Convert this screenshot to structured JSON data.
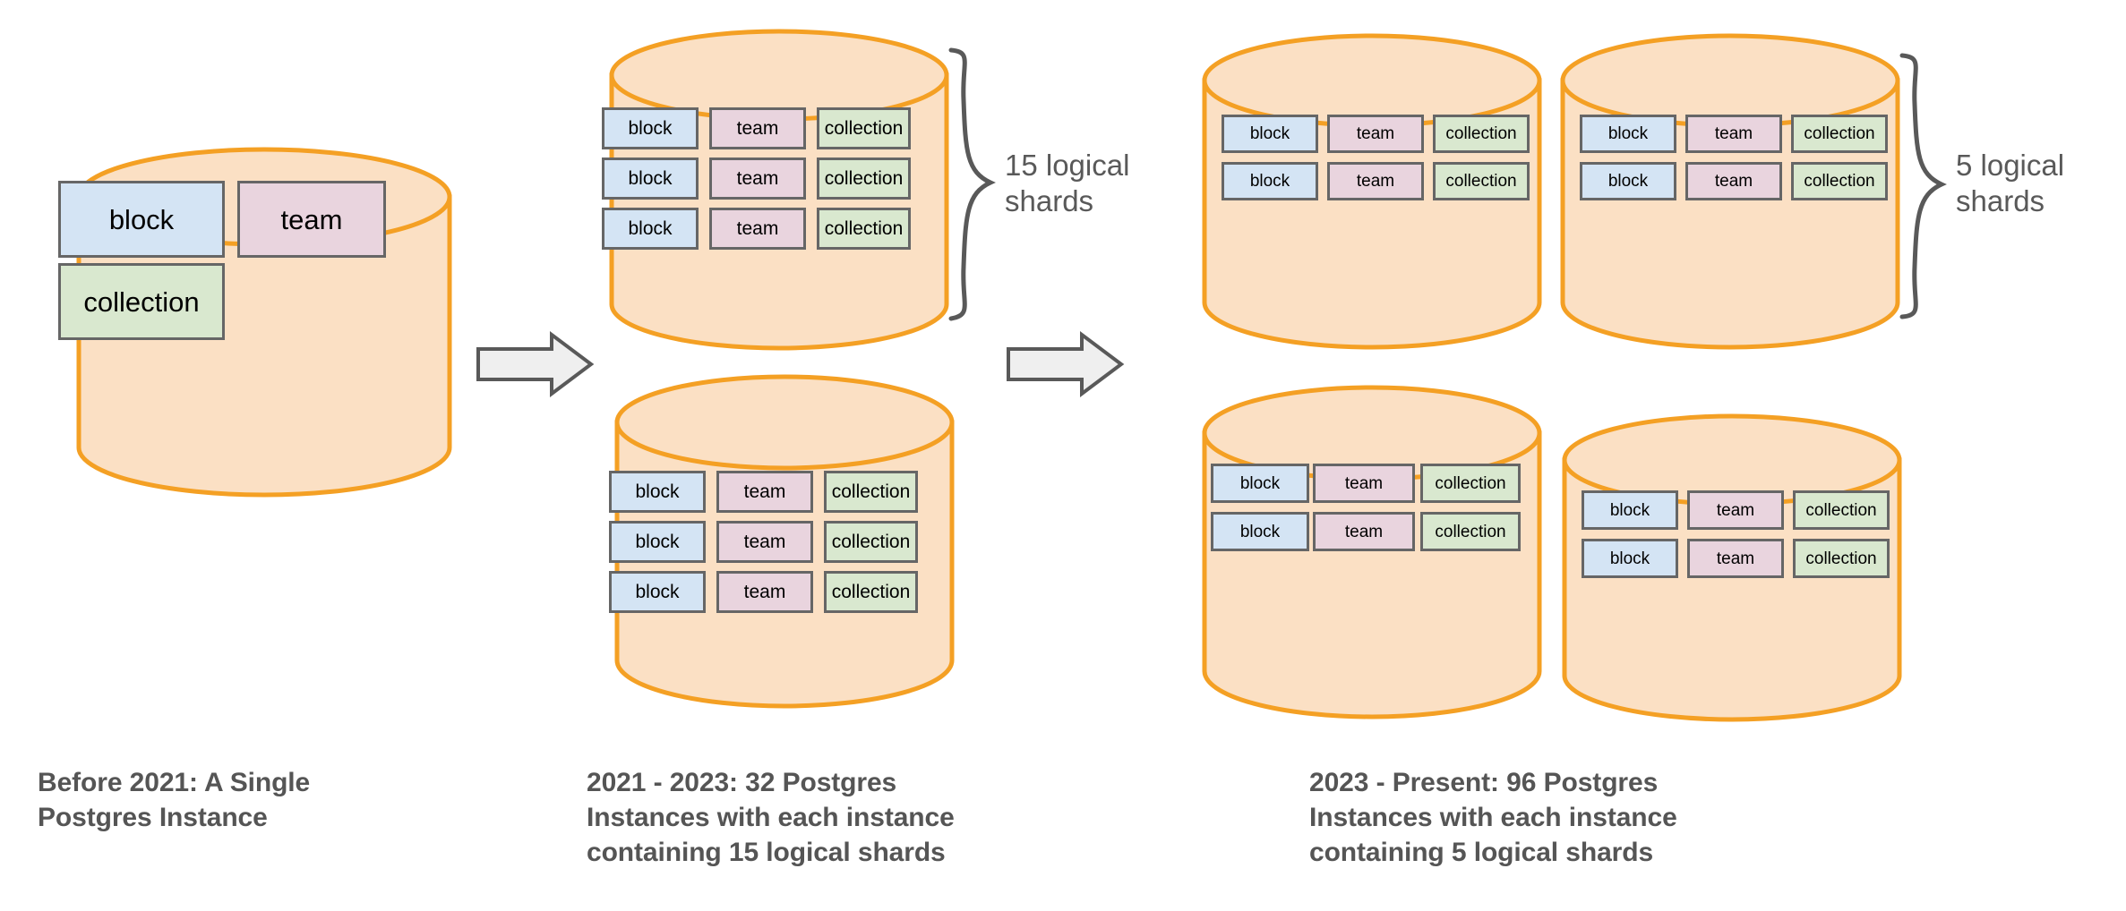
{
  "diagram": {
    "title": "Notion Postgres sharding evolution",
    "colors": {
      "cylinder_fill": "#fbe0c4",
      "cylinder_stroke": "#f4a024",
      "block_fill": "#d4e4f4",
      "team_fill": "#e9d4de",
      "collection_fill": "#d9e8cf",
      "shard_border": "#666666",
      "arrow_fill": "#efefef",
      "arrow_stroke": "#595959",
      "caption_text": "#555555",
      "brace_stroke": "#595959",
      "brace_text": "#595959",
      "background": "#ffffff"
    },
    "shard_labels": {
      "block": "block",
      "team": "team",
      "collection": "collection"
    },
    "panels": [
      {
        "id": "panel-before-2021",
        "caption": "Before 2021: A Single Postgres Instance",
        "caption_lines": [
          "Before 2021: A Single",
          "Postgres Instance"
        ],
        "instances": 1,
        "shards_per_instance": 1,
        "cylinders": [
          {
            "id": "cylinder-1",
            "rows": [
              [
                "block",
                "team"
              ],
              [
                "collection"
              ]
            ]
          }
        ],
        "brace": null
      },
      {
        "id": "panel-2021-2023",
        "caption": "2021 - 2023: 32 Postgres Instances with each instance containing 15 logical shards",
        "caption_lines": [
          "2021 - 2023: 32 Postgres",
          "Instances with each instance",
          "containing 15 logical shards"
        ],
        "instances": 32,
        "shards_per_instance": 15,
        "cylinders": [
          {
            "id": "cylinder-2-top",
            "rows": [
              [
                "block",
                "team",
                "collection"
              ],
              [
                "block",
                "team",
                "collection"
              ],
              [
                "block",
                "team",
                "collection"
              ]
            ]
          },
          {
            "id": "cylinder-2-bottom",
            "rows": [
              [
                "block",
                "team",
                "collection"
              ],
              [
                "block",
                "team",
                "collection"
              ],
              [
                "block",
                "team",
                "collection"
              ]
            ]
          }
        ],
        "brace": {
          "label": "15 logical shards",
          "label_lines": [
            "15 logical",
            "shards"
          ]
        }
      },
      {
        "id": "panel-2023-present",
        "caption": "2023 - Present: 96 Postgres Instances with each instance containing 5 logical shards",
        "caption_lines": [
          "2023 - Present: 96 Postgres",
          "Instances with each instance",
          "containing 5 logical shards"
        ],
        "instances": 96,
        "shards_per_instance": 5,
        "cylinders": [
          {
            "id": "cylinder-3-topleft",
            "rows": [
              [
                "block",
                "team",
                "collection"
              ],
              [
                "block",
                "team",
                "collection"
              ]
            ]
          },
          {
            "id": "cylinder-3-topright",
            "rows": [
              [
                "block",
                "team",
                "collection"
              ],
              [
                "block",
                "team",
                "collection"
              ]
            ]
          },
          {
            "id": "cylinder-3-bottomleft",
            "rows": [
              [
                "block",
                "team",
                "collection"
              ],
              [
                "block",
                "team",
                "collection"
              ]
            ]
          },
          {
            "id": "cylinder-3-bottomright",
            "rows": [
              [
                "block",
                "team",
                "collection"
              ],
              [
                "block",
                "team",
                "collection"
              ]
            ]
          }
        ],
        "brace": {
          "label": "5 logical shards",
          "label_lines": [
            "5 logical",
            "shards"
          ]
        }
      }
    ],
    "arrows": [
      {
        "id": "arrow-1",
        "from": "panel-before-2021",
        "to": "panel-2021-2023",
        "direction": "right"
      },
      {
        "id": "arrow-2",
        "from": "panel-2021-2023",
        "to": "panel-2023-present",
        "direction": "right"
      }
    ]
  }
}
